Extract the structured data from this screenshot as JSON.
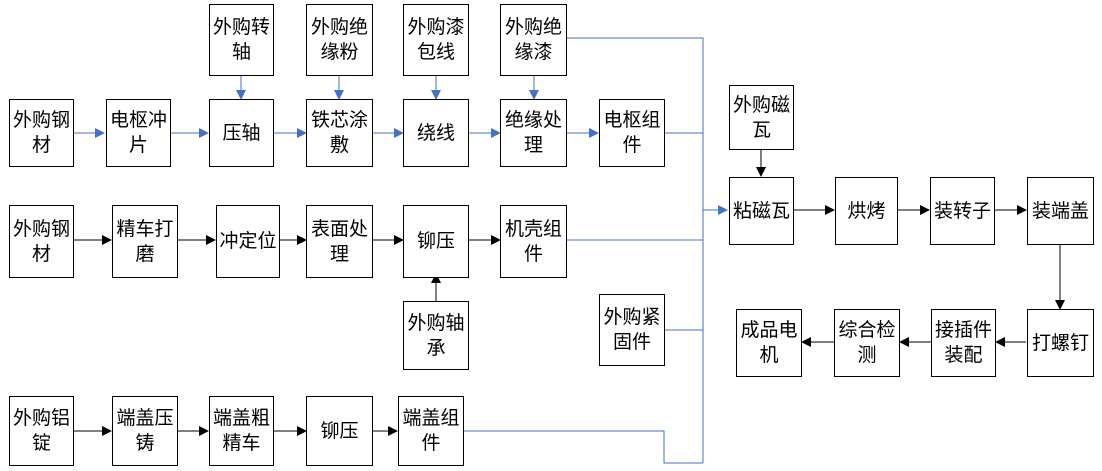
{
  "nodes": {
    "buy_shaft": "外购转轴",
    "buy_insul_powder": "外购绝缘粉",
    "buy_enamel_wire": "外购漆包线",
    "buy_insul_paint": "外购绝缘漆",
    "buy_steel_1": "外购钢材",
    "armature_punch": "电枢冲片",
    "press_shaft": "压轴",
    "core_coating": "铁芯涂敷",
    "winding": "绕线",
    "insulation_treat": "绝缘处理",
    "armature_assy": "电枢组件",
    "buy_magnet": "外购磁瓦",
    "buy_steel_2": "外购钢材",
    "fine_turning": "精车打磨",
    "punch_position": "冲定位",
    "surface_treat": "表面处理",
    "riveting_1": "铆压",
    "housing_assy": "机壳组件",
    "buy_bearing": "外购轴承",
    "glue_magnet": "粘磁瓦",
    "baking": "烘烤",
    "install_rotor": "装转子",
    "install_endcap": "装端盖",
    "buy_fastener": "外购紧固件",
    "finished_motor": "成品电机",
    "inspection": "综合检测",
    "connector_assy": "接插件装配",
    "screw": "打螺钉",
    "buy_aluminum": "外购铝锭",
    "endcap_casting": "端盖压铸",
    "endcap_turning": "端盖粗精车",
    "riveting_2": "铆压",
    "endcap_assy": "端盖组件"
  },
  "colors": {
    "blue_arrow": "#4472c4",
    "black_arrow": "#000000",
    "border": "#000000"
  }
}
